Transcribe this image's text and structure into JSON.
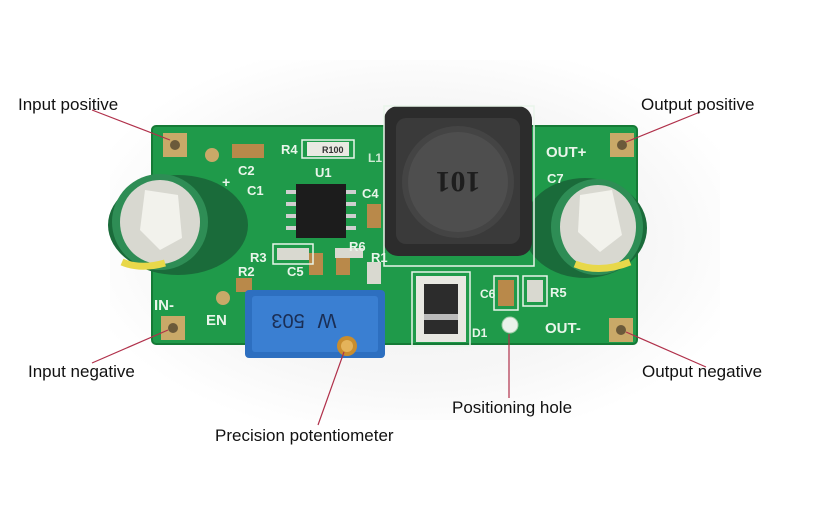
{
  "labels": {
    "input_positive": "Input positive",
    "input_negative": "Input negative",
    "output_positive": "Output positive",
    "output_negative": "Output negative",
    "positioning_hole": "Positioning hole",
    "precision_potentiometer": "Precision potentiometer"
  },
  "silkscreen": {
    "c2": "C2",
    "r4": "R4",
    "r100": "R100",
    "l1": "L1",
    "u1": "U1",
    "plus": "+",
    "c1": "C1",
    "c4": "C4",
    "r3": "R3",
    "r6": "R6",
    "r1": "R1",
    "c5": "C5",
    "r2": "R2",
    "in_minus": "IN-",
    "en": "EN",
    "out_plus": "OUT+",
    "c7": "C7",
    "c6": "C6",
    "r5": "R5",
    "d1": "D1",
    "out_minus": "OUT-",
    "inductor_code": "101",
    "pot_code": "503",
    "pot_w": "W"
  },
  "colors": {
    "pcb": "#1f9a4a",
    "pcb_dark": "#157a36",
    "silkscreen": "#e9f5ea",
    "pad": "#c9a968",
    "leader_line": "#b0304a",
    "inductor": "#2c2c2c",
    "pot": "#2d6fc0"
  }
}
